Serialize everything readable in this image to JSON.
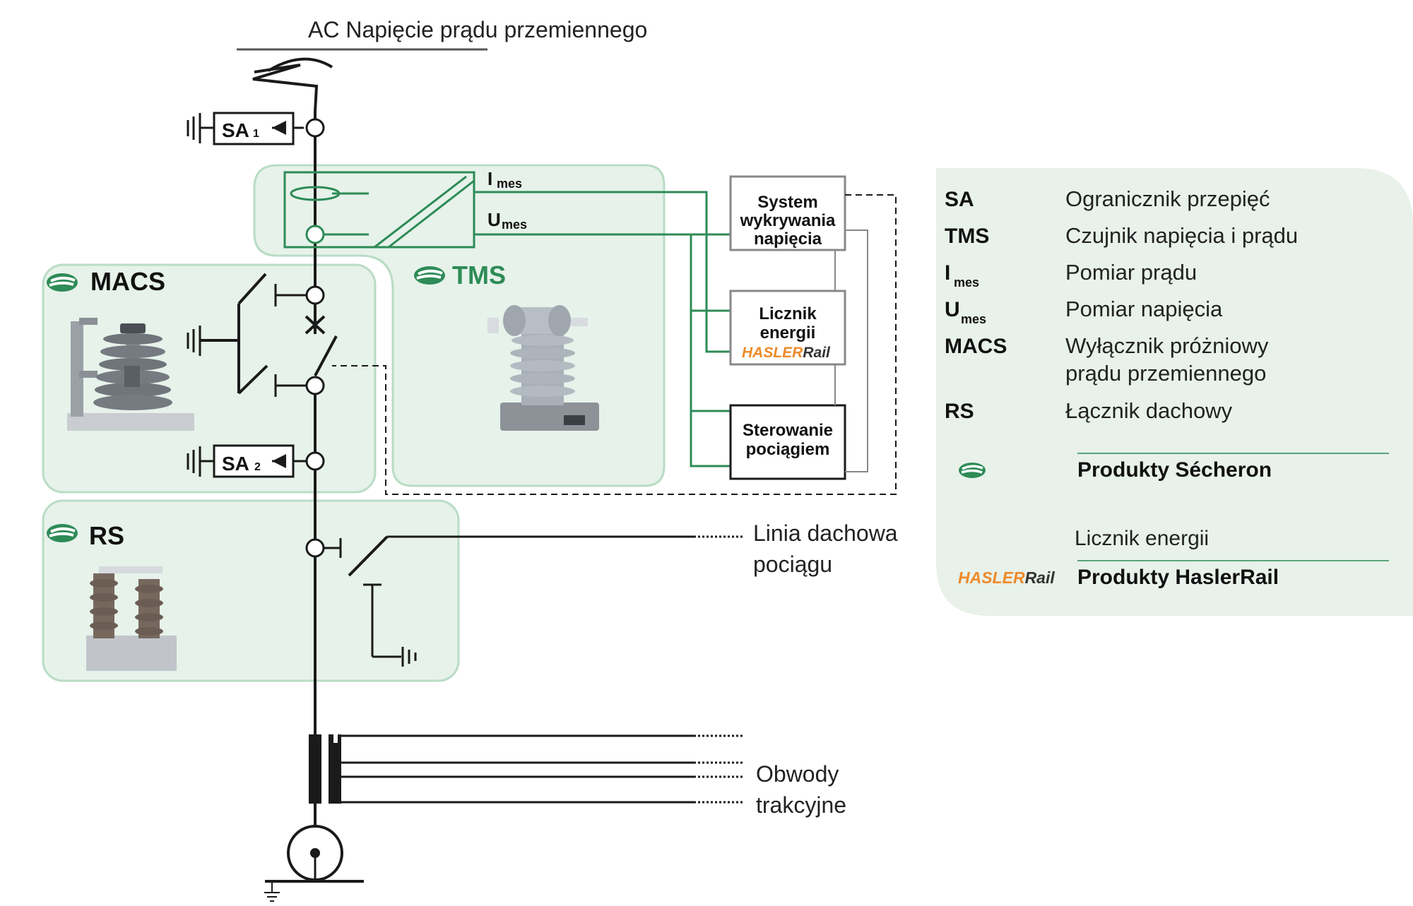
{
  "labels": {
    "supply": "AC Napięcie prądu przemiennego",
    "sa1_main": "SA",
    "sa1_sub": "1",
    "sa2_main": "SA",
    "sa2_sub": "2",
    "imes_main": "I",
    "imes_sub": "mes",
    "umes_main": "U",
    "umes_sub": "mes",
    "macs": "MACS",
    "tms": "TMS",
    "rs": "RS",
    "roof_line_1": "Linia dachowa",
    "roof_line_2": "pociągu",
    "traction_1": "Obwody",
    "traction_2": "trakcyjne"
  },
  "boxes": {
    "detection_1": "System",
    "detection_2": "wykrywania",
    "detection_3": "napięcia",
    "meter_1": "Licznik",
    "meter_2": "energii",
    "meter_brand_1": "HASLER",
    "meter_brand_2": "Rail",
    "control_1": "Sterowanie",
    "control_2": "pociągiem"
  },
  "legend": {
    "items": [
      {
        "abbr": "SA",
        "desc": "Ogranicznik przepięć"
      },
      {
        "abbr": "TMS",
        "desc": "Czujnik napięcia i prądu"
      },
      {
        "abbr": "I",
        "abbr_sub": "mes",
        "desc": "Pomiar prądu"
      },
      {
        "abbr": "U",
        "abbr_sub": "mes",
        "desc": "Pomiar napięcia"
      },
      {
        "abbr": "MACS",
        "desc": "Wyłącznik próżniowy",
        "desc2": "prądu przemiennego"
      },
      {
        "abbr": "RS",
        "desc": "Łącznik dachowy"
      }
    ],
    "secheron_products": "Produkty Sécheron",
    "energy_meter": "Licznik energii",
    "hasler_logo_1": "HASLER",
    "hasler_logo_2": "Rail",
    "haslerrail_products": "Produkty HaslerRail"
  },
  "icons": {
    "secheron": "secheron-logo-icon",
    "ground": "ground-icon",
    "transformer": "transformer-icon",
    "motor": "traction-motor-icon",
    "pantograph": "pantograph-icon"
  },
  "colors": {
    "green": "#2e8b57",
    "panel_fill": "#e6f2ea",
    "panel_stroke": "#b9dcc5",
    "legend_fill": "#e8f1ea",
    "hasler_orange": "#ee8a2a",
    "line_dark": "#1a1a1a"
  }
}
